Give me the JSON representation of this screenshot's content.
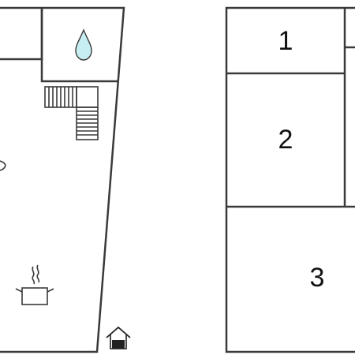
{
  "rooms": [
    {
      "number": "1"
    },
    {
      "number": "2"
    },
    {
      "number": "3"
    }
  ],
  "icons": {
    "water": "water-drop-icon",
    "stairs": "staircase-icon",
    "cooking": "cooking-pot-icon",
    "entrance": "entrance-house-icon",
    "bed": "bed-icon"
  },
  "colors": {
    "wall": "#3a3a3a",
    "water_fill": "#c7eef2"
  }
}
